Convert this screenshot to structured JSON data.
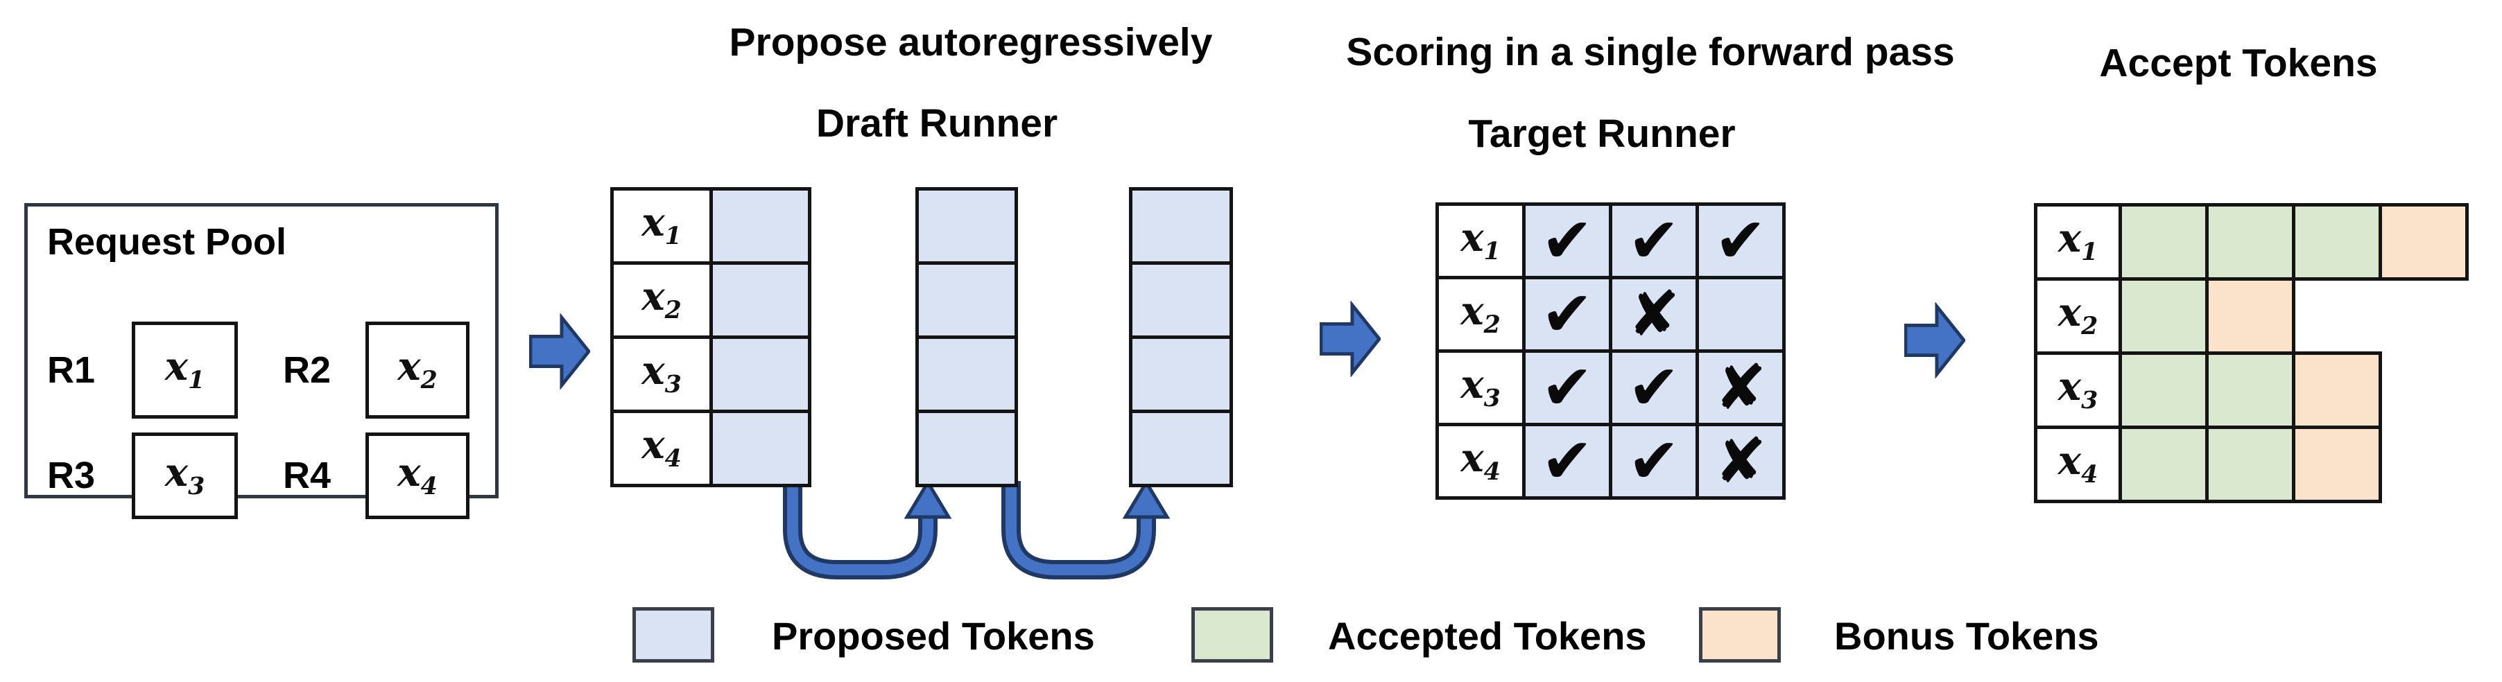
{
  "titles": {
    "propose": "Propose autoregressively",
    "draft_runner": "Draft Runner",
    "scoring": "Scoring in a single forward pass",
    "target_runner": "Target Runner",
    "accept": "Accept Tokens"
  },
  "request_pool": {
    "title": "Request Pool",
    "items": [
      {
        "request": "R1",
        "var": "x",
        "sub": "1"
      },
      {
        "request": "R2",
        "var": "x",
        "sub": "2"
      },
      {
        "request": "R3",
        "var": "x",
        "sub": "3"
      },
      {
        "request": "R4",
        "var": "x",
        "sub": "4"
      }
    ]
  },
  "icons": {
    "check": "✔",
    "cross": "✘",
    "flow_arrow": "block-right-arrow",
    "loop_arrow": "u-turn-up-arrow"
  },
  "colors": {
    "proposed": "#dae3f3",
    "accepted": "#dbe8d0",
    "bonus": "#fbe3cb",
    "arrow_fill": "#4472c4",
    "arrow_border": "#1f3864",
    "grid_line": "#141414"
  },
  "grids": {
    "draft-a": {
      "rows": [
        [
          {
            "type": "label",
            "var": "x",
            "sub": "1"
          },
          {
            "type": "proposed"
          }
        ],
        [
          {
            "type": "label",
            "var": "x",
            "sub": "2"
          },
          {
            "type": "proposed"
          }
        ],
        [
          {
            "type": "label",
            "var": "x",
            "sub": "3"
          },
          {
            "type": "proposed"
          }
        ],
        [
          {
            "type": "label",
            "var": "x",
            "sub": "4"
          },
          {
            "type": "proposed"
          }
        ]
      ]
    },
    "draft-b": {
      "rows": [
        [
          {
            "type": "proposed"
          }
        ],
        [
          {
            "type": "proposed"
          }
        ],
        [
          {
            "type": "proposed"
          }
        ],
        [
          {
            "type": "proposed"
          }
        ]
      ]
    },
    "draft-c": {
      "rows": [
        [
          {
            "type": "proposed"
          }
        ],
        [
          {
            "type": "proposed"
          }
        ],
        [
          {
            "type": "proposed"
          }
        ],
        [
          {
            "type": "proposed"
          }
        ]
      ]
    },
    "target": {
      "rows": [
        [
          {
            "type": "label",
            "var": "x",
            "sub": "1"
          },
          {
            "type": "proposed",
            "mark": "check"
          },
          {
            "type": "proposed",
            "mark": "check"
          },
          {
            "type": "proposed",
            "mark": "check"
          }
        ],
        [
          {
            "type": "label",
            "var": "x",
            "sub": "2"
          },
          {
            "type": "proposed",
            "mark": "check"
          },
          {
            "type": "proposed",
            "mark": "cross"
          },
          {
            "type": "proposed"
          }
        ],
        [
          {
            "type": "label",
            "var": "x",
            "sub": "3"
          },
          {
            "type": "proposed",
            "mark": "check"
          },
          {
            "type": "proposed",
            "mark": "check"
          },
          {
            "type": "proposed",
            "mark": "cross"
          }
        ],
        [
          {
            "type": "label",
            "var": "x",
            "sub": "4"
          },
          {
            "type": "proposed",
            "mark": "check"
          },
          {
            "type": "proposed",
            "mark": "check"
          },
          {
            "type": "proposed",
            "mark": "cross"
          }
        ]
      ]
    },
    "accept": {
      "rows": [
        [
          {
            "type": "label",
            "var": "x",
            "sub": "1"
          },
          {
            "type": "accepted"
          },
          {
            "type": "accepted"
          },
          {
            "type": "accepted"
          },
          {
            "type": "bonus"
          }
        ],
        [
          {
            "type": "label",
            "var": "x",
            "sub": "2"
          },
          {
            "type": "accepted"
          },
          {
            "type": "bonus"
          }
        ],
        [
          {
            "type": "label",
            "var": "x",
            "sub": "3"
          },
          {
            "type": "accepted"
          },
          {
            "type": "accepted"
          },
          {
            "type": "bonus"
          }
        ],
        [
          {
            "type": "label",
            "var": "x",
            "sub": "4"
          },
          {
            "type": "accepted"
          },
          {
            "type": "accepted"
          },
          {
            "type": "bonus"
          }
        ]
      ]
    }
  },
  "legend": {
    "items": [
      {
        "key": "proposed",
        "label": "Proposed Tokens"
      },
      {
        "key": "accepted",
        "label": "Accepted Tokens"
      },
      {
        "key": "bonus",
        "label": "Bonus Tokens"
      }
    ]
  }
}
